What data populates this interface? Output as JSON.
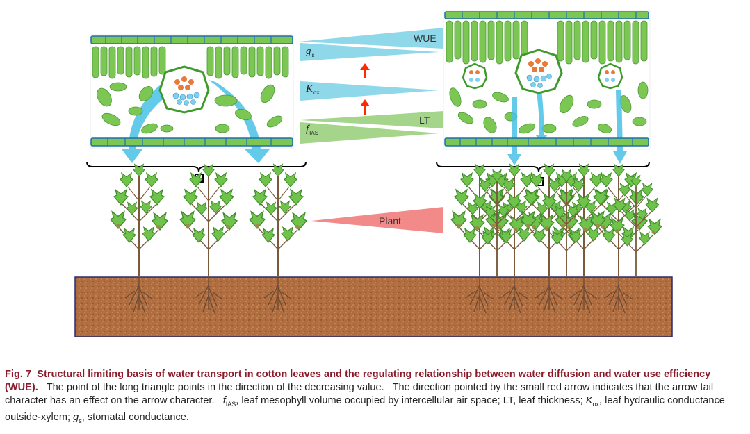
{
  "triangles": {
    "wue": {
      "label": "WUE",
      "color": "#8fd8ea"
    },
    "gs": {
      "symbol": "g",
      "sub": "s",
      "color": "#8fd8ea"
    },
    "kox": {
      "symbol": "K",
      "sub": "ox",
      "color": "#8fd8ea"
    },
    "lt": {
      "label": "LT",
      "color": "#a5d58a"
    },
    "fias": {
      "symbol": "f",
      "sub": "IAS",
      "color": "#a5d58a"
    },
    "plant": {
      "label": "Plant",
      "color": "#f28a8a"
    }
  },
  "colors": {
    "arrow_red": "#ff2a00",
    "soil": "#b06d40",
    "leaf_green": "#6fc24a",
    "palisade": "#7cc653",
    "epidermis_blue": "#1f6fb2",
    "water_flow": "#49c1e6",
    "caption_title": "#8b1a2b"
  },
  "caption": {
    "fig_label": "Fig. 7",
    "title": "Structural limiting basis of water transport in cotton leaves and the regulating relationship between water diffusion and water use efficiency (WUE).",
    "sentence1": "The point of the long triangle points in the direction of the decreasing value.",
    "sentence2": "The direction pointed by the small red arrow indicates that the arrow tail character has an effect on the arrow character.",
    "fias_symbol": "f",
    "fias_sub": "IAS",
    "fias_def": ", leaf mesophyll volume occupied by intercellular air space; LT, leaf thickness;",
    "kox_symbol": "K",
    "kox_sub": "ox",
    "kox_def": ", leaf hydraulic conductance outside-xylem;",
    "gs_symbol": "g",
    "gs_sub": "s",
    "gs_def": ", stomatal conductance."
  }
}
